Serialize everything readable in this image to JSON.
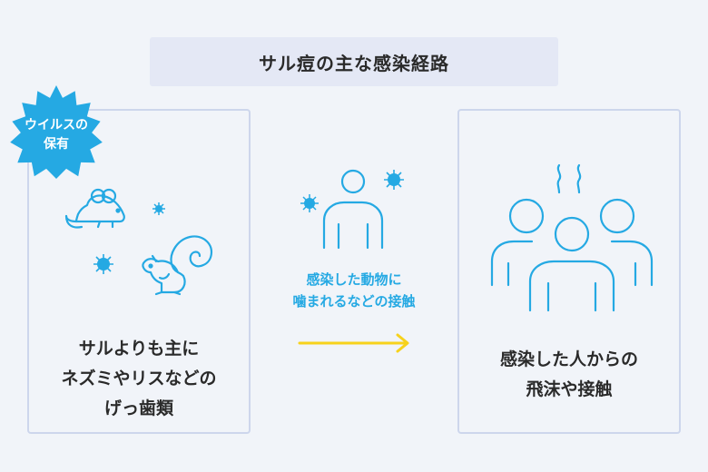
{
  "title": "サル痘の主な感染経路",
  "badge": {
    "lines": [
      "ウイルスの",
      "保有"
    ]
  },
  "left_panel": {
    "lines": [
      "サルよりも主に",
      "ネズミやリスなどの",
      "げっ歯類"
    ]
  },
  "middle": {
    "lines": [
      "感染した動物に",
      "噛まれるなどの接触"
    ]
  },
  "right_panel": {
    "lines": [
      "感染した人からの",
      "飛沫や接触"
    ]
  },
  "colors": {
    "accent_blue": "#25a9e3",
    "arrow_yellow": "#f7d21c",
    "panel_border": "#cdd6ec",
    "title_bg": "#e4e8f5",
    "background": "#f1f4f9"
  },
  "icons": [
    "mouse-icon",
    "squirrel-icon",
    "virus-icon",
    "person-icon",
    "group-icon",
    "steam-icon",
    "arrow-right-icon"
  ]
}
